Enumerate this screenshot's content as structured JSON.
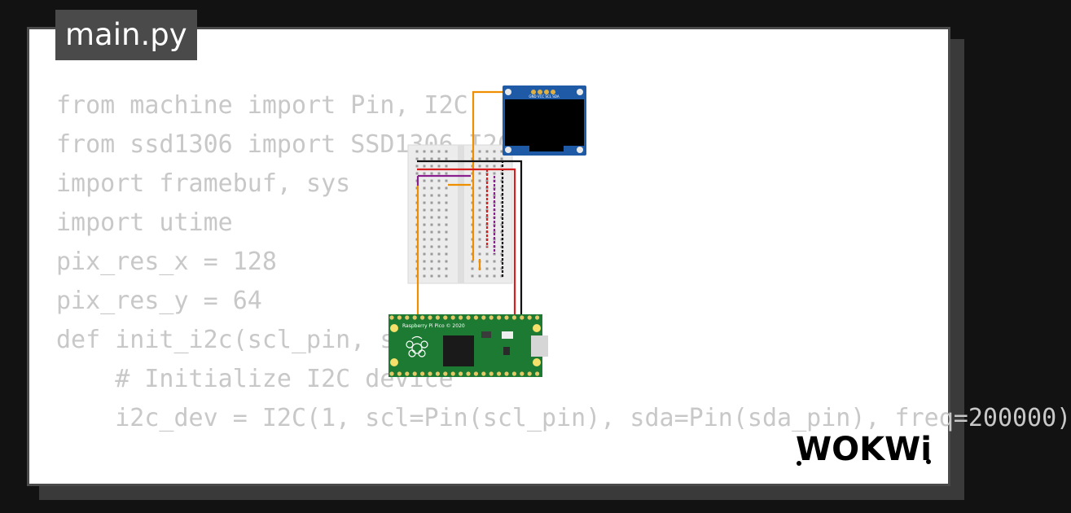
{
  "tab": {
    "filename": "main.py"
  },
  "code": {
    "lines": [
      "from machine import Pin, I2C",
      "from ssd1306 import SSD1306_I2C",
      "import framebuf, sys",
      "import utime",
      "",
      "pix_res_x = 128",
      "pix_res_y = 64",
      "",
      "def init_i2c(scl_pin, sda_pin):",
      "    # Initialize I2C device",
      "    i2c_dev = I2C(1, scl=Pin(scl_pin), sda=Pin(sda_pin), freq=200000)"
    ]
  },
  "board": {
    "label": "Raspberry Pi Pico © 2020"
  },
  "oled": {
    "pins_label": "GND VCC SCL SDA"
  },
  "brand": {
    "logo_text": "WOKWi"
  },
  "colors": {
    "wire_orange": "#ef8f00",
    "wire_red": "#d62020",
    "wire_black": "#111111",
    "wire_purple": "#8a1e8e",
    "pico_green": "#1d7a33",
    "oled_blue": "#1f5aa6"
  }
}
